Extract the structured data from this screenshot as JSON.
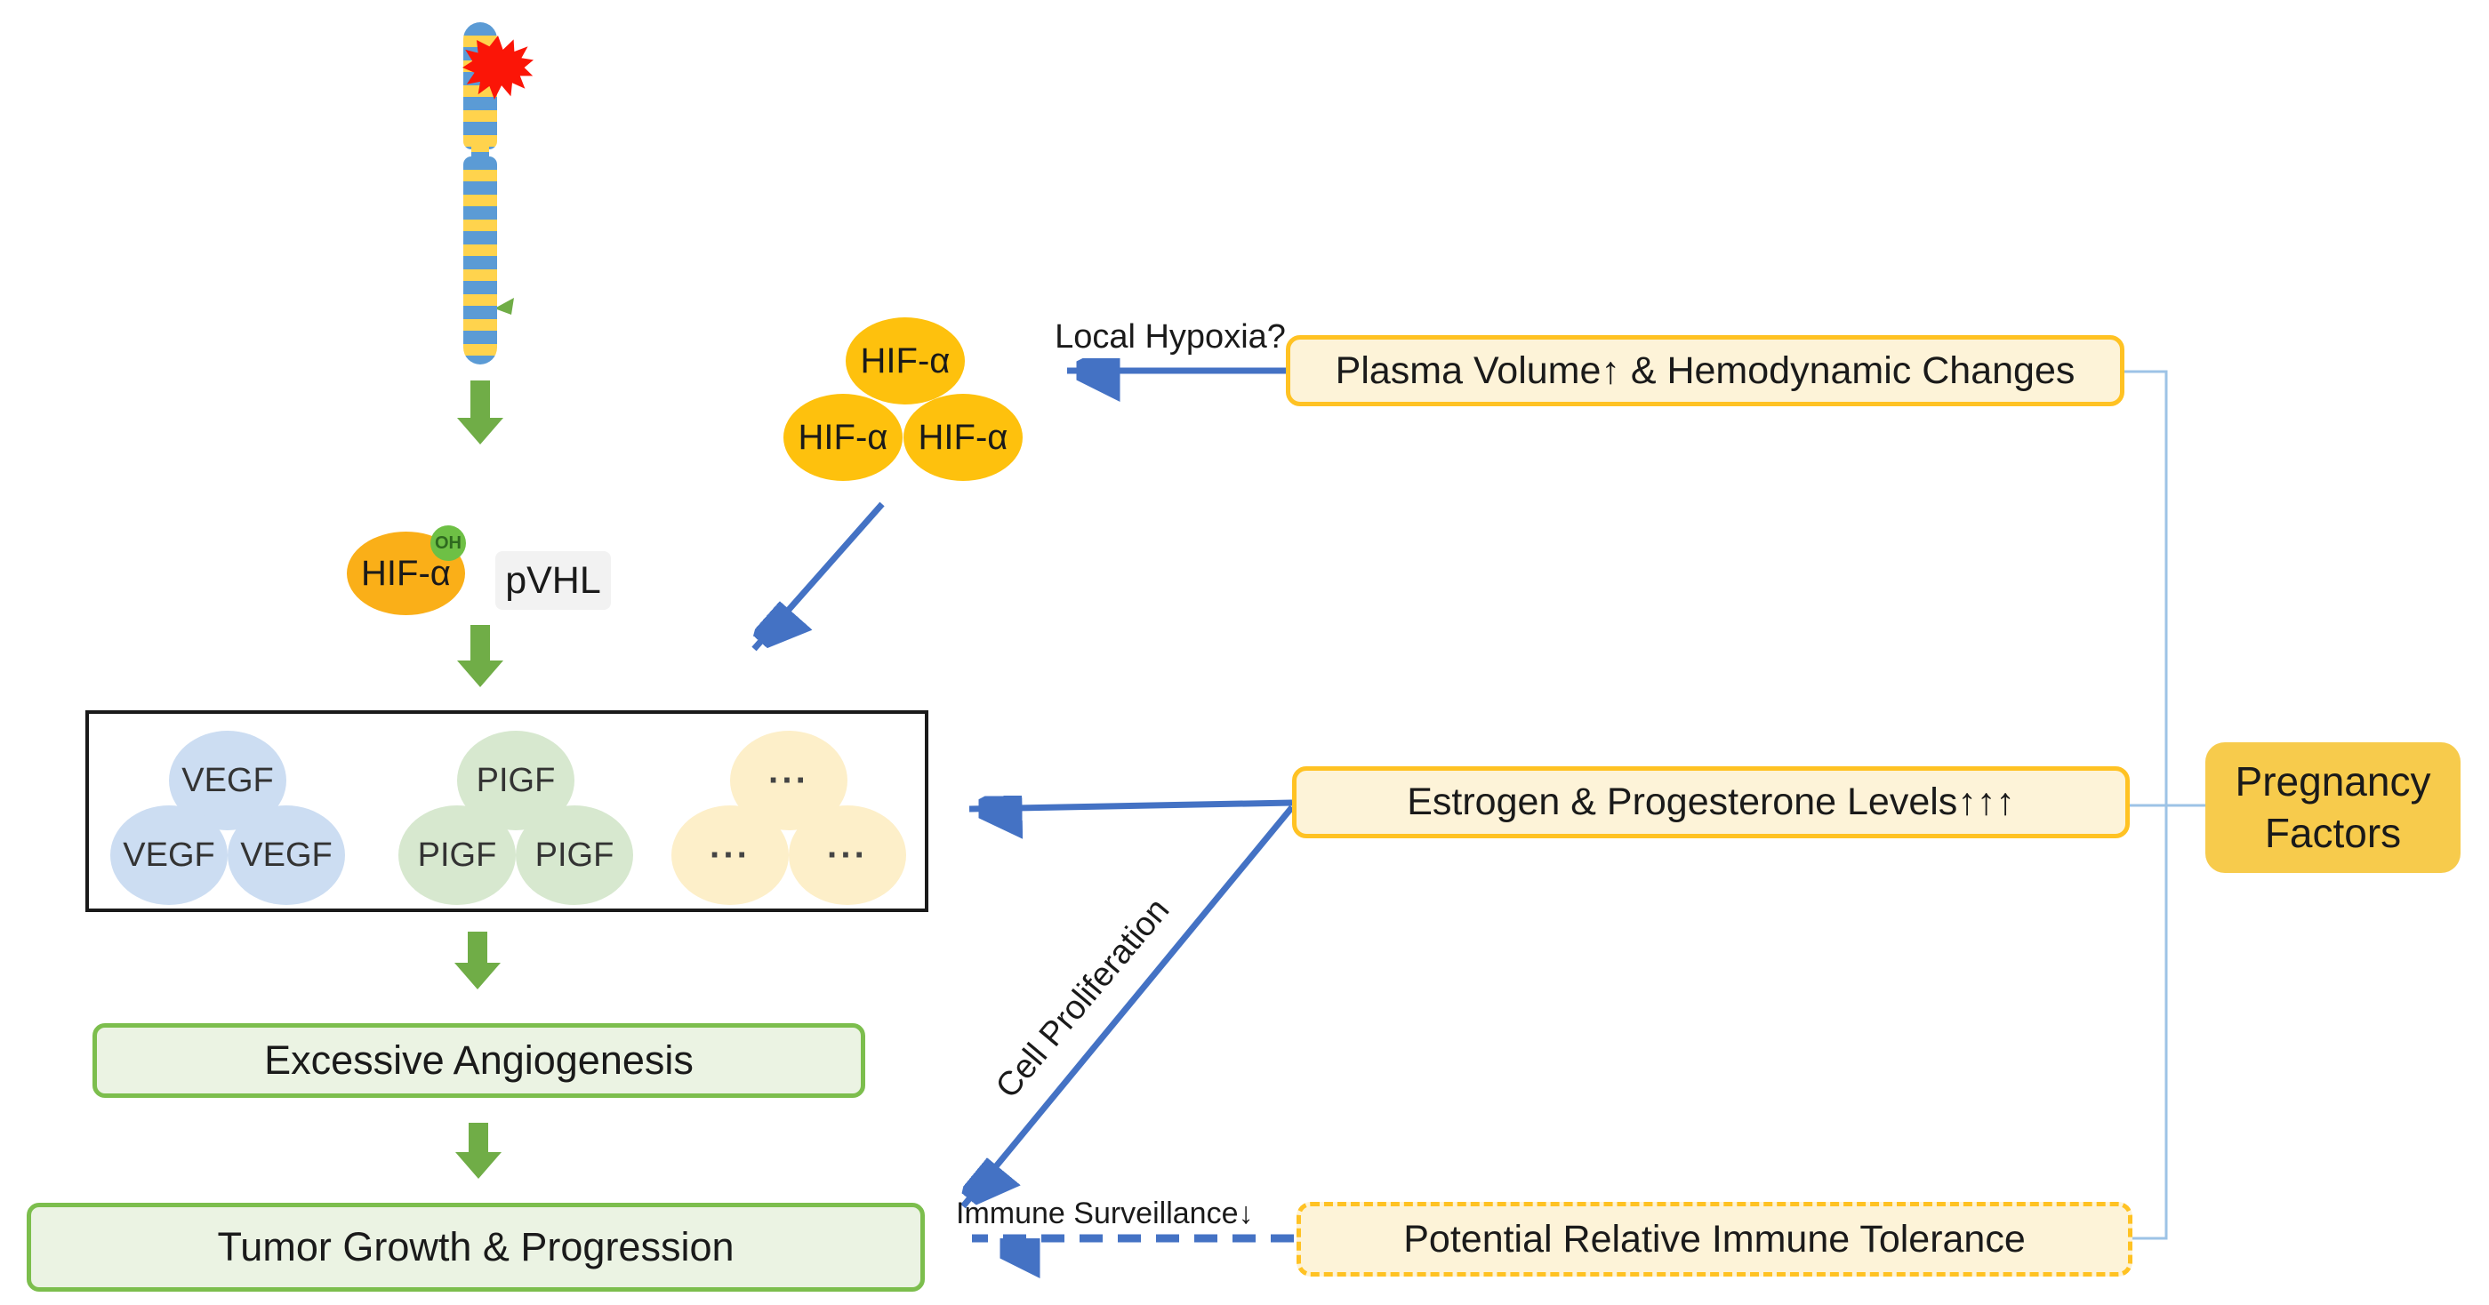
{
  "hif_hydroxylated": {
    "label": "HIF-α",
    "oh_tag": "OH"
  },
  "pvhl": {
    "label": "pVHL"
  },
  "hif_cluster": {
    "items": [
      "HIF-α",
      "HIF-α",
      "HIF-α"
    ]
  },
  "growth_factor_box": {
    "clusters": [
      {
        "name": "VEGF",
        "labels": [
          "VEGF",
          "VEGF",
          "VEGF"
        ]
      },
      {
        "name": "PIGF",
        "labels": [
          "PIGF",
          "PIGF",
          "PIGF"
        ]
      },
      {
        "name": "others",
        "labels": [
          "···",
          "···",
          "···"
        ]
      }
    ]
  },
  "excessive_angiogenesis": {
    "label": "Excessive Angiogenesis"
  },
  "tumor_growth": {
    "label": "Tumor Growth & Progression"
  },
  "plasma_volume": {
    "label": "Plasma Volume↑ & Hemodynamic Changes"
  },
  "estrogen": {
    "label": "Estrogen & Progesterone Levels↑↑↑"
  },
  "immune_tolerance": {
    "label": "Potential Relative Immune Tolerance"
  },
  "pregnancy_factors": {
    "label": "Pregnancy Factors"
  },
  "edge_labels": {
    "local_hypoxia": "Local Hypoxia?",
    "cell_proliferation": "Cell Proliferation",
    "immune_surveillance": "Immune Surveillance↓"
  },
  "colors": {
    "arrow_blue": "#4472C4",
    "arrow_green": "#70AD47",
    "connector_blue": "#9DC3E6",
    "gold_border": "#FFC223",
    "gold_fill": "#FDF3D8",
    "pregnancy_fill": "#F7CB4C",
    "green_border": "#7CBE4D",
    "green_fill": "#EBF3E3",
    "oval_blue": "#CCDDF2",
    "oval_green": "#D7E8CF",
    "oval_cream": "#FDEFC9",
    "hif_orange": "#FAAF18",
    "hif_cluster": "#FEC10D",
    "oh_green": "#6EC045",
    "chrom_blue": "#5B9BD5",
    "chrom_yellow": "#FFD34D",
    "star_red": "#FB1507",
    "pvhl_fill": "#F2F2F2"
  }
}
